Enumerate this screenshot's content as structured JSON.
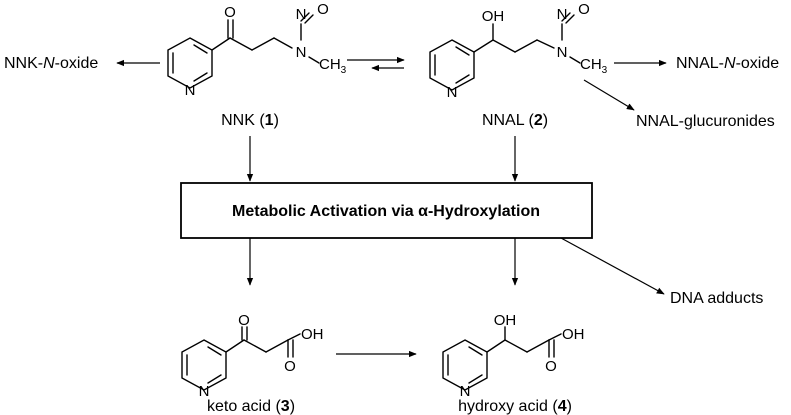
{
  "compounds": {
    "nnk": {
      "name": "NNK",
      "number": "1"
    },
    "nnal": {
      "name": "NNAL",
      "number": "2"
    },
    "keto": {
      "name": "keto acid",
      "number": "3"
    },
    "hydroxy": {
      "name": "hydroxy acid",
      "number": "4"
    }
  },
  "products": {
    "nnk_noxide": {
      "prefix": "NNK-",
      "italic": "N",
      "suffix": "-oxide"
    },
    "nnal_noxide": {
      "prefix": "NNAL-",
      "italic": "N",
      "suffix": "-oxide"
    },
    "glucuronides": "NNAL-glucuronides",
    "dna_adducts": "DNA adducts"
  },
  "process_box": {
    "text": "Metabolic Activation via α-Hydroxylation"
  },
  "atoms": {
    "O": "O",
    "N": "N",
    "OH": "OH",
    "CH": "CH",
    "three": "3"
  }
}
